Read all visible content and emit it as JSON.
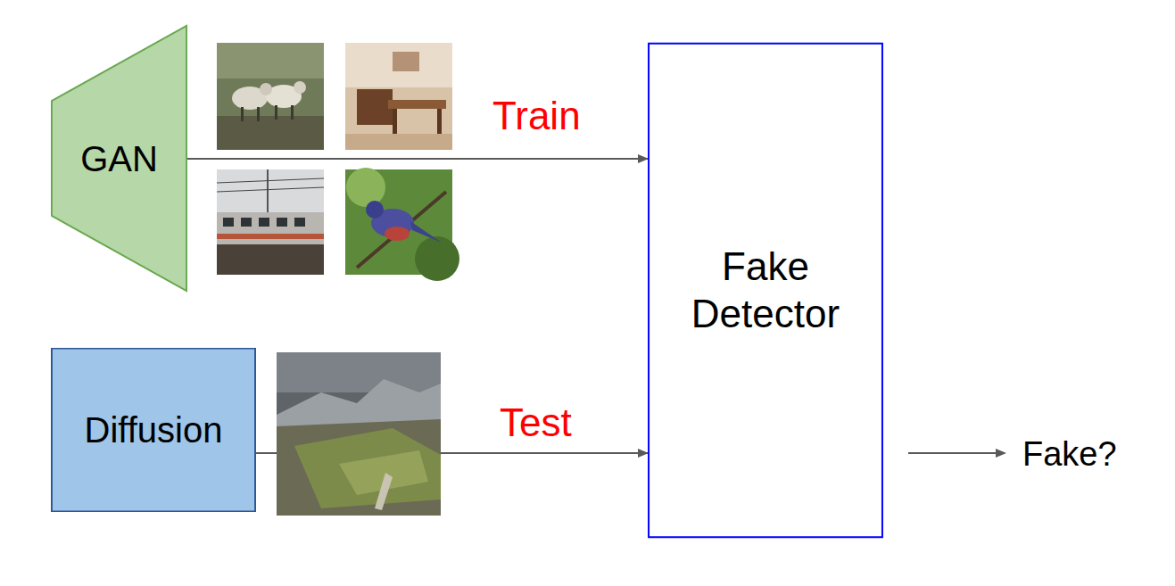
{
  "diagram": {
    "nodes": [
      {
        "text": [
          "GAN"
        ]
      },
      {
        "text": [
          "Diffusion"
        ]
      },
      {
        "text": [
          "Fake Detector"
        ]
      }
    ],
    "edges": [
      {
        "from": 0,
        "to": 2,
        "arrow": "to",
        "label": "Train"
      },
      {
        "from": 1,
        "to": 2,
        "arrow": "to",
        "label": "Test"
      }
    ],
    "labels": [
      "Fake?"
    ]
  }
}
